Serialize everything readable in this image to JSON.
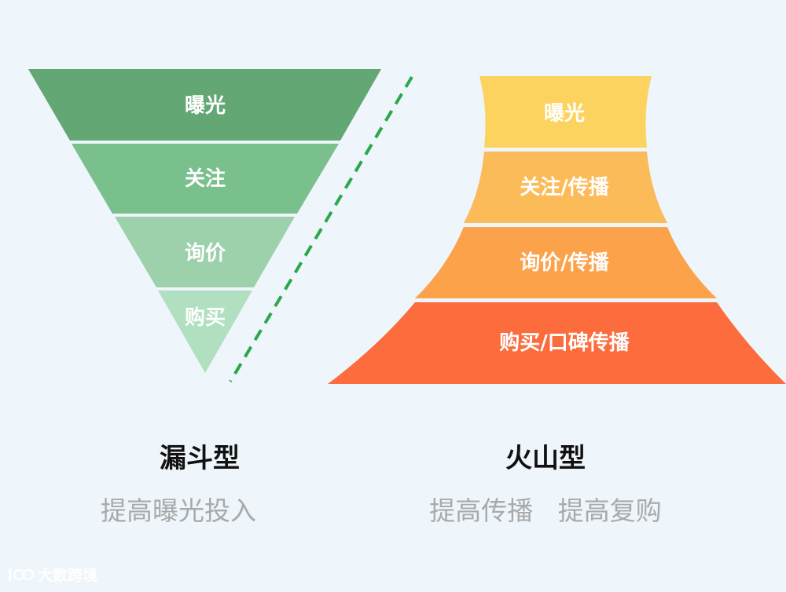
{
  "funnel": {
    "title": "漏斗型",
    "subtitle": "提高曝光投入",
    "segments": [
      {
        "label": "曝光",
        "color": "#62a774"
      },
      {
        "label": "关注",
        "color": "#79c08d"
      },
      {
        "label": "询价",
        "color": "#9dd1ac"
      },
      {
        "label": "购买",
        "color": "#b0e0c0"
      }
    ]
  },
  "volcano": {
    "title": "火山型",
    "subtitle": "提高传播   提高复购",
    "segments": [
      {
        "label": "曝光",
        "color": "#fdd35f"
      },
      {
        "label": "关注/传播",
        "color": "#fbbb58"
      },
      {
        "label": "询价/传播",
        "color": "#fca24b"
      },
      {
        "label": "购买/口碑传播",
        "color": "#fc6c3d"
      }
    ]
  },
  "divider": {
    "color": "#2aa84a"
  },
  "watermark": {
    "text": "大数跨境"
  }
}
